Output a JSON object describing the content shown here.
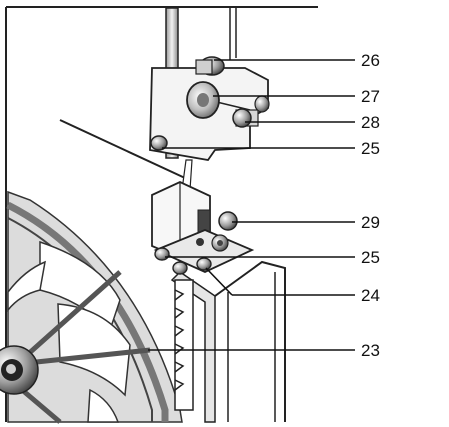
{
  "callouts": {
    "c26": "26",
    "c27": "27",
    "c28": "28",
    "c25_upper": "25",
    "c29": "29",
    "c25_lower": "25",
    "c24": "24",
    "c23": "23"
  }
}
